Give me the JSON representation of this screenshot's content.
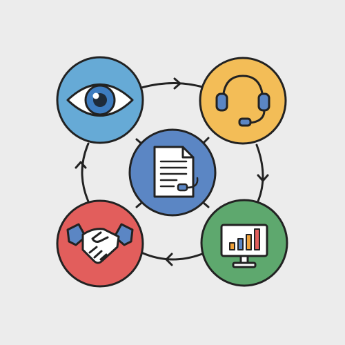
{
  "diagram": {
    "nodes": [
      {
        "id": "eye",
        "icon": "eye-icon",
        "color": "#66aad6"
      },
      {
        "id": "support",
        "icon": "headset-icon",
        "color": "#f3bd57"
      },
      {
        "id": "document",
        "icon": "document-icon",
        "color": "#5b86c4"
      },
      {
        "id": "partnership",
        "icon": "handshake-icon",
        "color": "#e25e5c"
      },
      {
        "id": "analytics",
        "icon": "bar-chart-monitor-icon",
        "color": "#5ea86e"
      }
    ],
    "cycle_direction": "clockwise",
    "colors": {
      "background": "#ececec",
      "outline": "#222222",
      "icon_fill": "#ffffff",
      "chart_bar_orange": "#f0a23b",
      "chart_bar_blue": "#5b86c4",
      "chart_bar_red": "#e25e5c"
    }
  }
}
